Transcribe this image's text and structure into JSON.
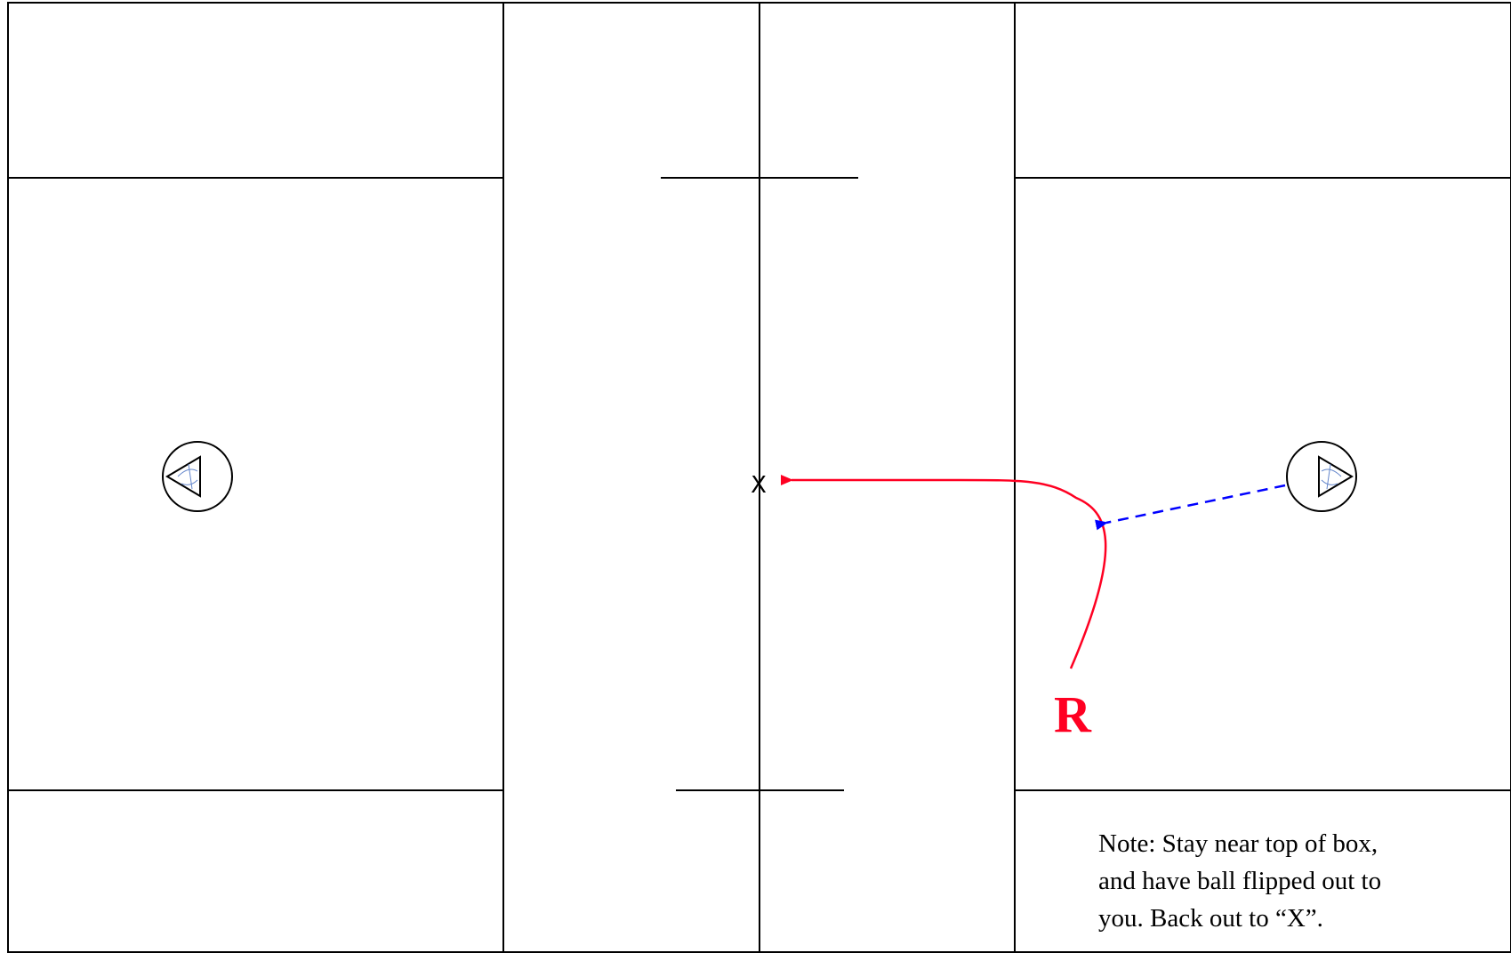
{
  "diagram": {
    "marker_x": "X",
    "player_label": "R",
    "note_lines": [
      "Note: Stay near top of box,",
      "and have ball flipped out to",
      "you.  Back out to “X”."
    ]
  },
  "colors": {
    "field_lines": "#000000",
    "cut_path": "#ff0022",
    "pass_path": "#0000ff",
    "player_label": "#ff0022",
    "goal_crease_net": "#6688cc"
  },
  "icons": {
    "left_goal": "goal-crease-icon",
    "right_goal": "goal-crease-icon"
  }
}
